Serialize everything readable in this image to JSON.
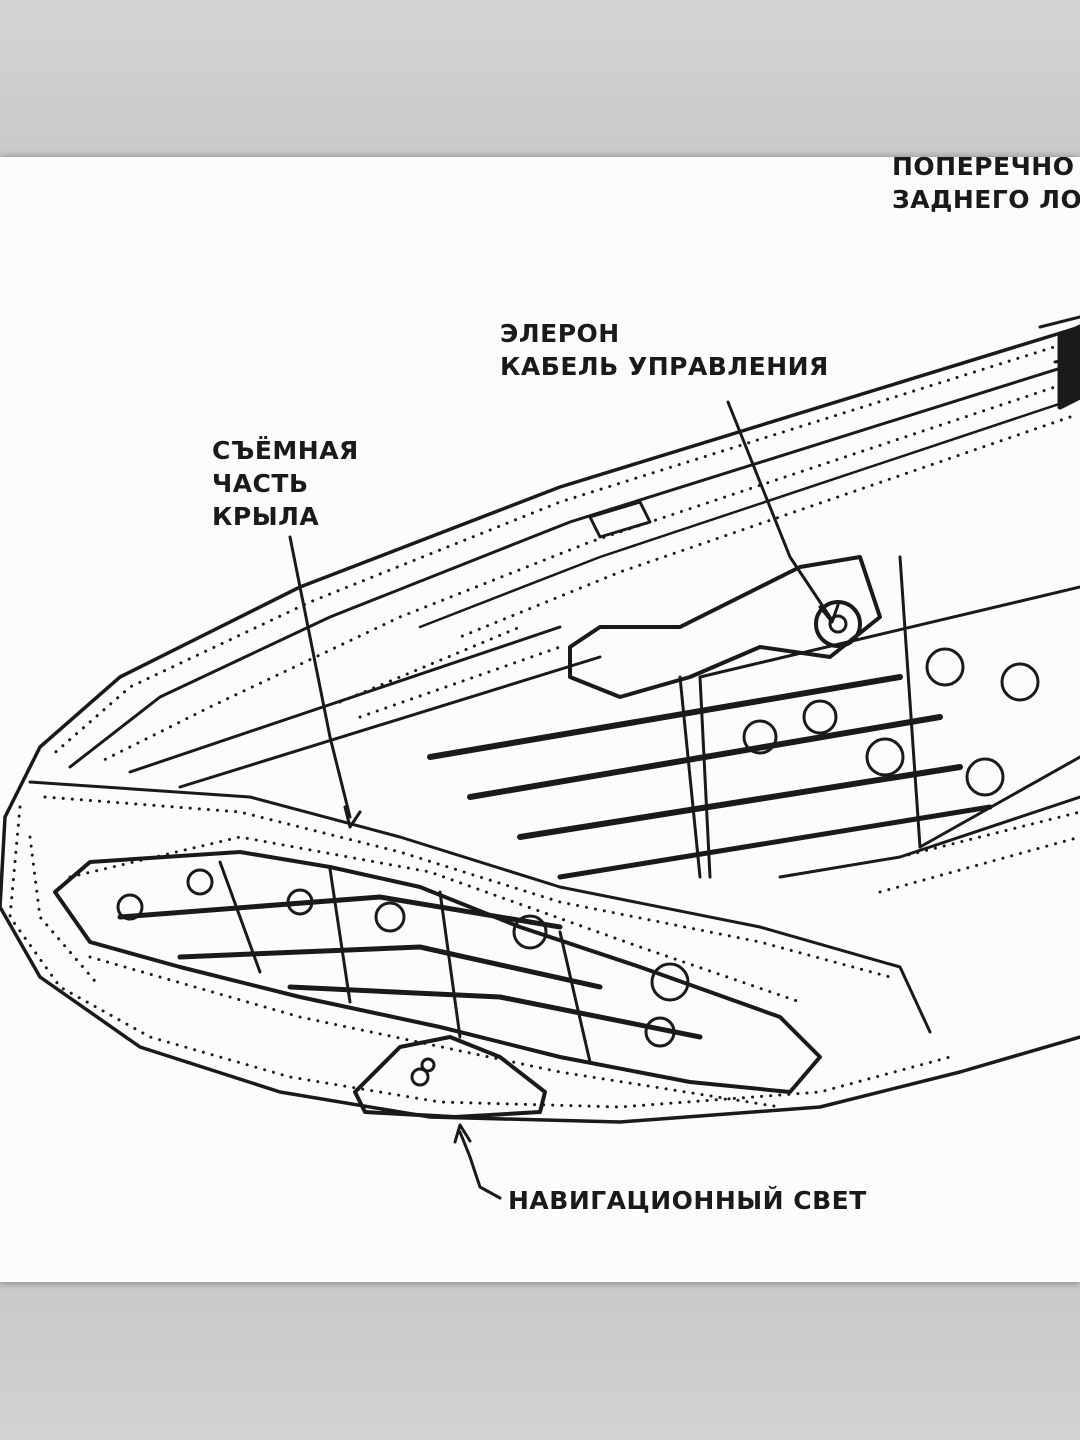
{
  "colors": {
    "background_frame": "#cfcfcf",
    "sheet": "#fcfcfc",
    "ink": "#1a1a1a"
  },
  "labels": {
    "rear_spar": [
      "ПОПЕРЕЧНО",
      "ЗАДНЕГО ЛО"
    ],
    "aileron_cable": [
      "ЭЛЕРОН",
      "КАБЕЛЬ УПРАВЛЕНИЯ"
    ],
    "removable_wing": [
      "СЪЁМНАЯ",
      "ЧАСТЬ",
      "КРЫЛА"
    ],
    "nav_light": "НАВИГАЦИОННЫЙ СВЕТ"
  }
}
